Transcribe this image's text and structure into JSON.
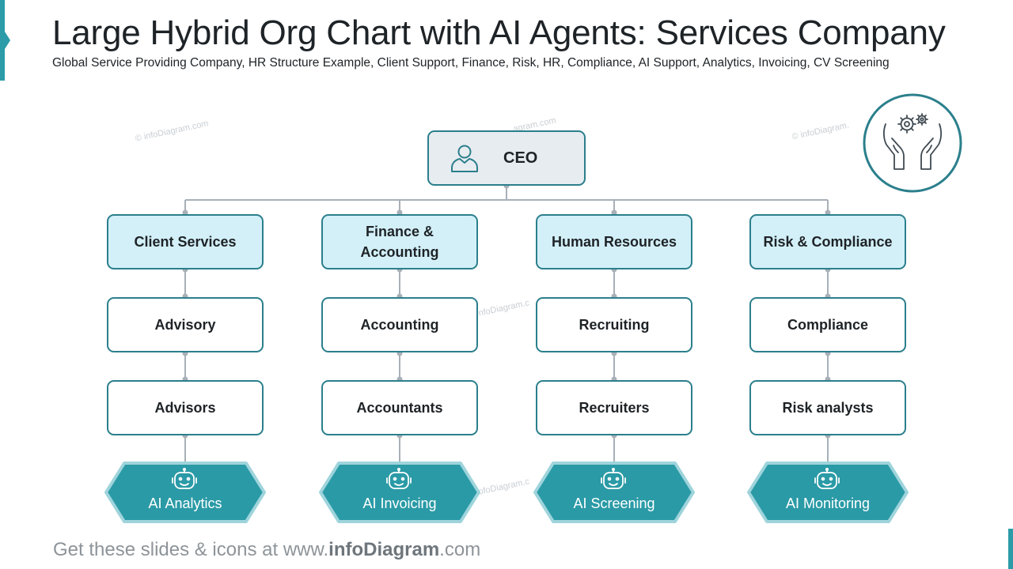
{
  "title": "Large Hybrid Org Chart with AI Agents: Services Company",
  "subtitle": "Global Service Providing Company, HR Structure Example, Client Support, Finance, Risk, HR, Compliance, AI Support, Analytics, Invoicing, CV Screening",
  "watermark": "© infoDiagram.com",
  "watermark_partial_1": "© infoDiagram.",
  "watermark_partial_2": "nfoDiagram.c",
  "watermark_partial_3": "ofoDiagram.c",
  "watermark_partial_4": "agram.com",
  "ceo": {
    "label": "CEO",
    "icon": "person-icon"
  },
  "departments": [
    {
      "label": "Client Services",
      "unit": "Advisory",
      "staff": "Advisors",
      "ai_agent": "AI Analytics"
    },
    {
      "label": "Finance & Accounting",
      "unit": "Accounting",
      "staff": "Accountants",
      "ai_agent": "AI Invoicing"
    },
    {
      "label": "Human Resources",
      "unit": "Recruiting",
      "staff": "Recruiters",
      "ai_agent": "AI Screening"
    },
    {
      "label": "Risk & Compliance",
      "unit": "Compliance",
      "staff": "Risk analysts",
      "ai_agent": "AI Monitoring"
    }
  ],
  "ai_icon": "robot-icon",
  "emblem_icon": "hands-gears-icon",
  "footer": {
    "prefix": "Get these slides & icons at www.",
    "brand": "infoDiagram",
    "suffix": ".com"
  },
  "colors": {
    "accent": "#2b9ca8",
    "border": "#2b7f8c",
    "dept_fill": "#d3f0f8",
    "ceo_fill": "#e7ecf0",
    "ai_fill": "#2a9aa6",
    "ai_outline": "#9fd4dc",
    "connector": "#a8b0b8"
  }
}
